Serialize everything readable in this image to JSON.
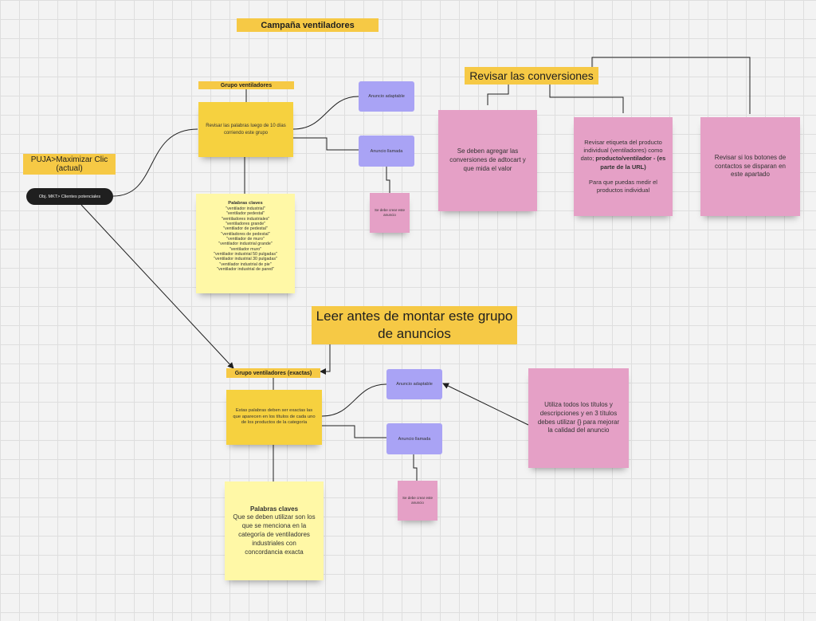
{
  "title": "Campaña ventiladores",
  "strategy": "PUJA>Maximizar Clic (actual)",
  "objective": "Obj. MKT> Clientes potenciales",
  "group1": {
    "label": "Grupo ventiladores",
    "note": "Revisar las palabras luego de 10 días corriendo este grupo",
    "ad_adaptive": "Anuncio adaptable",
    "ad_call": "Anuncio llamada",
    "ad_create_note": "Se debe crear este anuncio",
    "keywords_title": "Palabras claves",
    "keywords": [
      "\"ventilador industrial\"",
      "\"ventilador pedestal\"",
      "\"ventiladores industriales\"",
      "\"ventiladores grande\"",
      "\"ventilador de pedestal\"",
      "\"ventiladores de pedestal\"",
      "\"ventilador de muro\"",
      "\"ventilador industrial grande\"",
      "\"ventilador muro\"",
      "\"ventilador industrial 50 pulgadas\"",
      "\"ventilador industrial 30 pulgadas\"",
      "\"ventilador industrial de pie\"",
      "\"ventilador industrial de pared\""
    ]
  },
  "conversions": {
    "label": "Revisar las conversiones",
    "note1": "Se deben agregar las conversiones de adtocart y que mida el valor",
    "note2_part1": "Revisar etiqueta del producto individual (ventiladores) como dato; ",
    "note2_bold": "producto/ventilador - (es parte de la URL)",
    "note2_part2": "Para que puedas medir el productos individual",
    "note3": "Revisar si los botones de contactos se disparan en este apartado"
  },
  "read_before": "Leer antes de montar este grupo de anuncios",
  "group2": {
    "label": "Grupo ventiladores (exactas)",
    "note": "Estas palabras deben ser exactas las que aparecen en los títulos de cada uno de los productos de la categoría",
    "ad_adaptive": "Anuncio adaptable",
    "ad_call": "Anuncio llamada",
    "ad_create_note": "Se debe crear este anuncio",
    "keywords_title": "Palabras claves",
    "keywords_text": "Que se deben utilizar son los que se menciona en la categoría de ventiladores industriales con concordancia exacta",
    "quality_note": "Utiliza todos los títulos y descripciones y en 3 títulos debes utilizar {} para mejorar la calidad del anuncio"
  }
}
